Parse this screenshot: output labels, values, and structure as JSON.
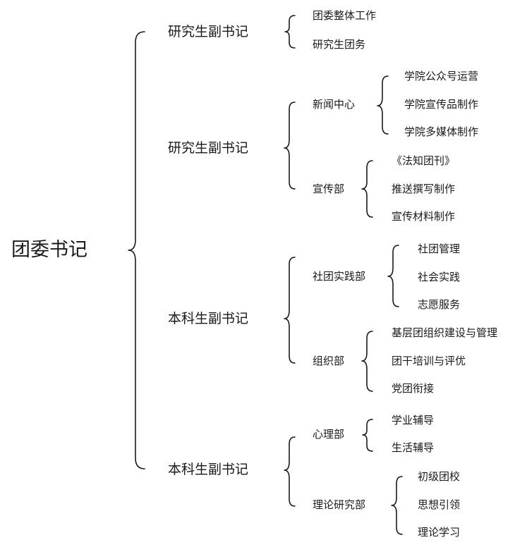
{
  "root": "团委书记",
  "branches": [
    {
      "label": "研究生副书记",
      "items": [
        "团委整体工作",
        "研究生团务"
      ]
    },
    {
      "label": "研究生副书记",
      "groups": [
        {
          "label": "新闻中心",
          "items": [
            "学院公众号运营",
            "学院宣传品制作",
            "学院多媒体制作"
          ]
        },
        {
          "label": "宣传部",
          "items": [
            "《法知团刊》",
            "推送撰写制作",
            "宣传材料制作"
          ]
        }
      ]
    },
    {
      "label": "本科生副书记",
      "groups": [
        {
          "label": "社团实践部",
          "items": [
            "社团管理",
            "社会实践",
            "志愿服务"
          ]
        },
        {
          "label": "组织部",
          "items": [
            "基层团组织建设与管理",
            "团干培训与评优",
            "党团衔接"
          ]
        }
      ]
    },
    {
      "label": "本科生副书记",
      "groups": [
        {
          "label": "心理部",
          "items": [
            "学业辅导",
            "生活辅导"
          ]
        },
        {
          "label": "理论研究部",
          "items": [
            "初级团校",
            "思想引领",
            "理论学习"
          ]
        }
      ]
    }
  ]
}
